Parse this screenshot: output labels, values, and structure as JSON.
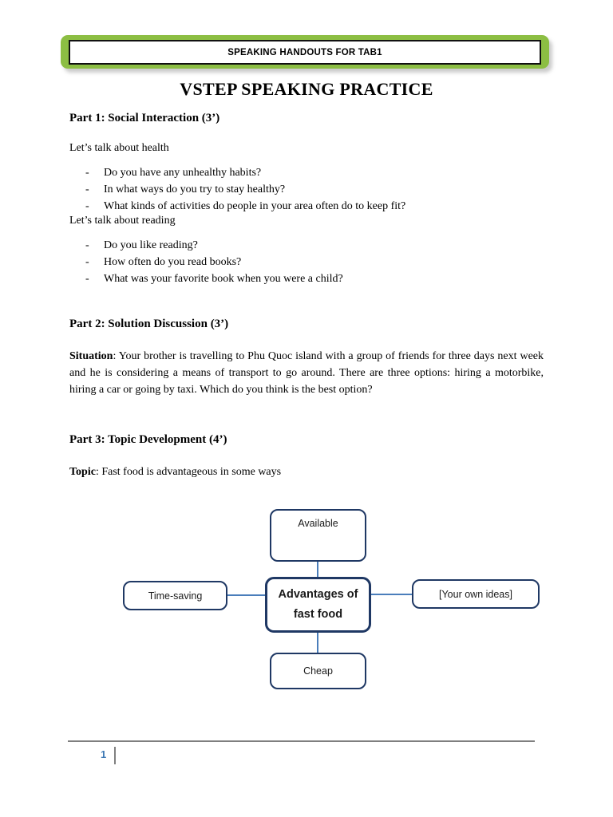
{
  "banner": {
    "text": "SPEAKING HANDOUTS FOR TAB1",
    "green": "#8CBE43"
  },
  "document": {
    "title": "VSTEP SPEAKING PRACTICE"
  },
  "part1": {
    "heading": "Part 1: Social Interaction (3’)",
    "topic_a_lead": "Let’s talk about health",
    "topic_a_questions": [
      "Do you have any unhealthy habits?",
      "In what ways do you try to stay healthy?",
      "What kinds of activities do people in your area often do to keep fit?"
    ],
    "topic_b_lead": "Let’s talk about reading",
    "topic_b_questions": [
      "Do you like reading?",
      "How often do you read books?",
      "What was your favorite book when you were a child?"
    ],
    "dash": "-"
  },
  "part2": {
    "heading": "Part 2: Solution Discussion (3’)",
    "situation_label": "Situation",
    "situation_text": ": Your brother is travelling to Phu Quoc island with a group of friends for three days next week and he is considering a means of transport to go around. There are three options: hiring a motorbike, hiring a car or going by taxi. Which do you think is the best option?"
  },
  "part3": {
    "heading": "Part 3: Topic Development (4’)",
    "topic_label": "Topic",
    "topic_text": ": Fast food is advantageous in some ways",
    "diagram": {
      "center_line1": "Advantages of",
      "center_line2": "fast food",
      "top": "Available",
      "left": "Time-saving",
      "right": "[Your own ideas]",
      "bottom": "Cheap",
      "border_color": "#1F3864",
      "connector_color": "#4A7EBB"
    }
  },
  "footer": {
    "page_number": "1",
    "rule_color": "#7F7F7F",
    "page_number_color": "#3C78B4"
  }
}
